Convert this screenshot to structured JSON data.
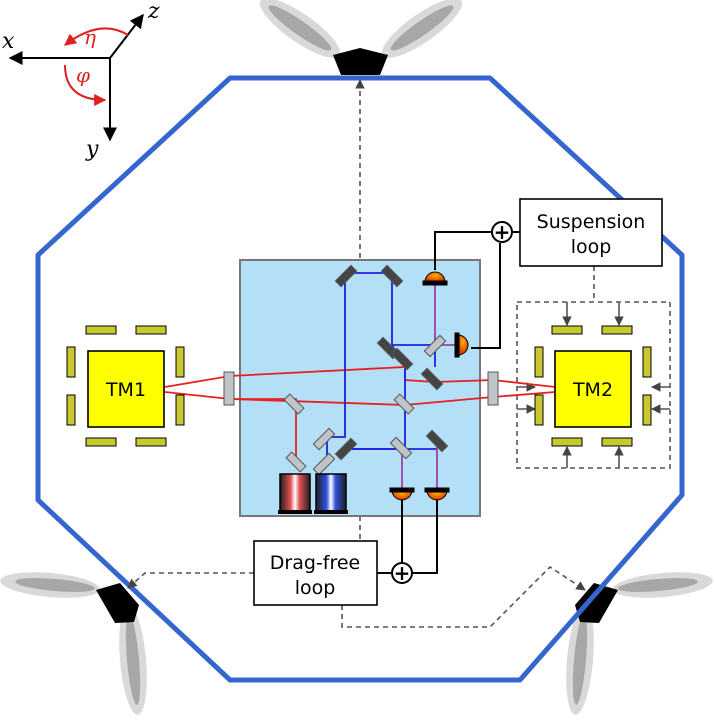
{
  "axes": {
    "x": "x",
    "y": "y",
    "z": "z",
    "eta": "η",
    "phi": "φ"
  },
  "test_masses": {
    "tm1": "TM1",
    "tm2": "TM2"
  },
  "loops": {
    "suspension_line1": "Suspension",
    "suspension_line2": "loop",
    "dragfree_line1": "Drag-free",
    "dragfree_line2": "loop"
  },
  "summing_symbol": "+",
  "colors": {
    "spacecraft_outline": "#3566d0",
    "optical_bench": "#b3e0f7",
    "test_mass": "#ffff00",
    "electrode": "#c8c832",
    "laser_beam": "#e82020",
    "internal_beam": "#2020e0",
    "detector_beam": "#a040a0",
    "axis_rotation": "#e02020"
  }
}
